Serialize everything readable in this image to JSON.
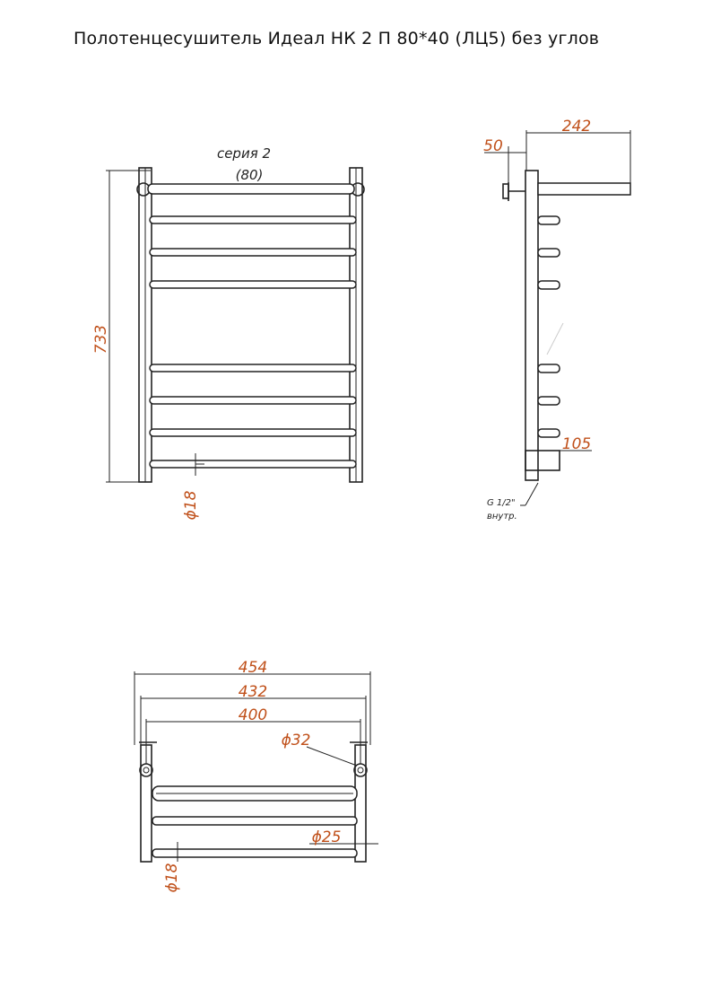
{
  "title": "Полотенцесушитель Идеал НК 2 П 80*40 (ЛЦ5) без углов",
  "front_view": {
    "series_label": "серия 2",
    "series_sub": "(80)",
    "height_dim": "733",
    "tube_dia": "ϕ18"
  },
  "side_view": {
    "depth_dim": "242",
    "offset_dim": "50",
    "inlet_dim": "105",
    "thread_label": "G 1/2\"",
    "thread_sub": "внутр."
  },
  "top_view": {
    "width_outer": "454",
    "width_mid": "432",
    "width_inner": "400",
    "collector_dia": "ϕ32",
    "shelf_dia": "ϕ25",
    "tube_dia": "ϕ18"
  },
  "colors": {
    "dimension": "#c0501a",
    "line": "#222222"
  }
}
